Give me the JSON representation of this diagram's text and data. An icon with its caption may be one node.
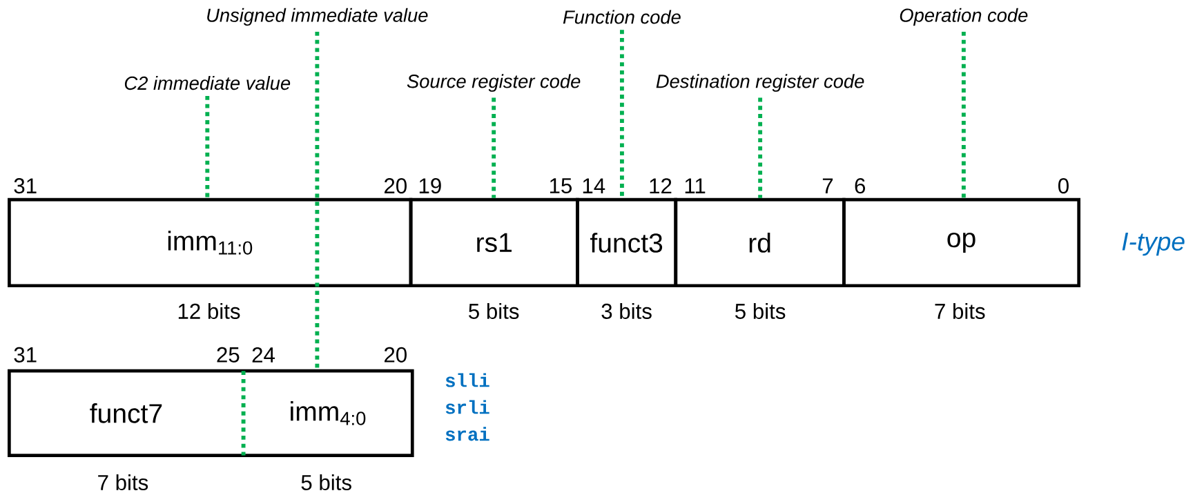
{
  "diagram": {
    "nodes": [
      {
        "text": [
          "Unsigned immediate value"
        ]
      },
      {
        "text": [
          "Function code"
        ]
      },
      {
        "text": [
          "Operation code"
        ]
      },
      {
        "text": [
          "C2 immediate value"
        ]
      },
      {
        "text": [
          "Source register code"
        ]
      },
      {
        "text": [
          "Destination register code"
        ]
      },
      {
        "text": [
          "imm$_{11:0}$"
        ]
      },
      {
        "text": [
          "rs1"
        ]
      },
      {
        "text": [
          "funct3"
        ]
      },
      {
        "text": [
          "rd"
        ]
      },
      {
        "text": [
          "op"
        ]
      },
      {
        "text": [
          "funct7"
        ]
      },
      {
        "text": [
          "imm$_{4:0}$"
        ]
      }
    ],
    "edges": [
      {
        "from": 3,
        "to": 6,
        "arrow": "none"
      },
      {
        "from": 0,
        "to": 12,
        "arrow": "none"
      },
      {
        "from": 4,
        "to": 7,
        "arrow": "none"
      },
      {
        "from": 1,
        "to": 8,
        "arrow": "none"
      },
      {
        "from": 5,
        "to": 9,
        "arrow": "none"
      },
      {
        "from": 2,
        "to": 10,
        "arrow": "none"
      }
    ],
    "labels": [
      "31",
      "20",
      "19",
      "15",
      "14",
      "12",
      "11",
      "7",
      "6",
      "0",
      "I-type",
      "12 bits",
      "5 bits",
      "3 bits",
      "5 bits",
      "7 bits",
      "31",
      "25",
      "24",
      "20",
      "slli",
      "srli",
      "srai",
      "7 bits",
      "5 bits"
    ]
  }
}
